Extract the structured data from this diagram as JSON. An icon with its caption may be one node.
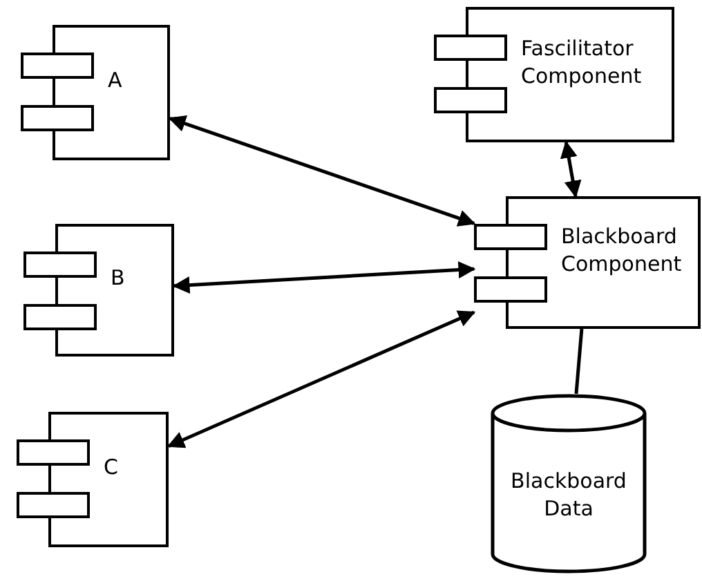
{
  "diagram": {
    "nodes": [
      {
        "text": [
          "A"
        ]
      },
      {
        "text": [
          "B"
        ]
      },
      {
        "text": [
          "C"
        ]
      },
      {
        "text": [
          "Fascilitator Component"
        ]
      },
      {
        "text": [
          "Blackboard Component"
        ]
      },
      {
        "text": [
          "Blackboard Data"
        ]
      }
    ],
    "edges": [
      {
        "from": 0,
        "to": 4,
        "arrow": "both"
      },
      {
        "from": 1,
        "to": 4,
        "arrow": "both"
      },
      {
        "from": 2,
        "to": 4,
        "arrow": "both"
      },
      {
        "from": 3,
        "to": 4,
        "arrow": "both"
      },
      {
        "from": 4,
        "to": 5,
        "arrow": "none"
      }
    ]
  }
}
